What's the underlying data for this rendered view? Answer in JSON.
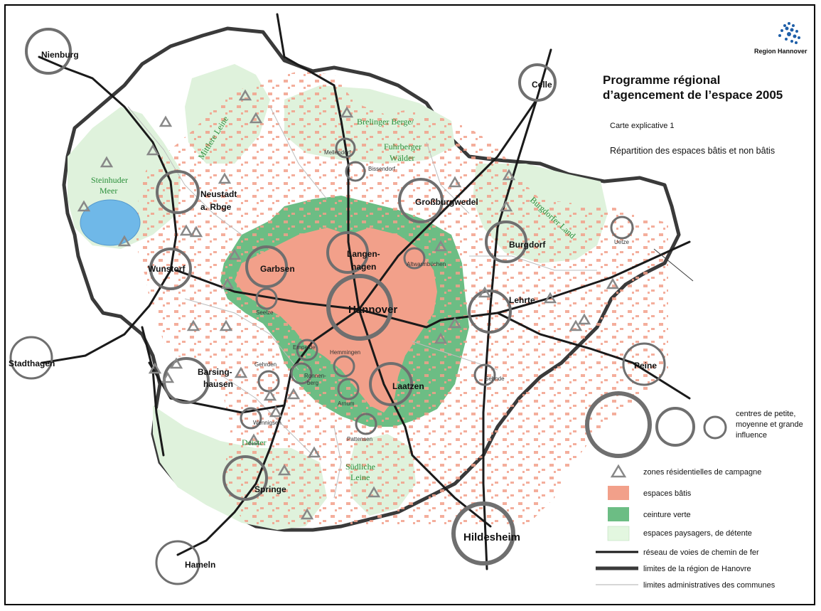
{
  "header": {
    "brand": "Region Hannover",
    "title_line1": "Programme régional",
    "title_line2": "d’agencement de l’espace 2005",
    "map_number": "Carte explicative 1",
    "subtitle": "Répartition des espaces bâtis et non bâtis"
  },
  "cities": {
    "nienburg": "Nienburg",
    "celle": "Celle",
    "neustadt1": "Neustadt",
    "neustadt2": "a. Rbge",
    "grossburgwedel": "Großburgwedel",
    "burgdorf": "Burgdorf",
    "wunstorf": "Wunstorf",
    "garbsen": "Garbsen",
    "langenhagen1": "Langen-",
    "langenhagen2": "hagen",
    "hannover": "Hannover",
    "lehrte": "Lehrte",
    "stadthagen": "Stadthagen",
    "peine": "Peine",
    "barsinghausen1": "Barsing-",
    "barsinghausen2": "hausen",
    "laatzen": "Laatzen",
    "springe": "Springe",
    "hildesheim": "Hildesheim",
    "hameln": "Hameln"
  },
  "towns": {
    "mellendorf": "Mellendorf",
    "bissendorf": "Bissendorf",
    "uetze": "Uetze",
    "altwarmbuechen": "Altwarmbüchen",
    "seelze": "Seelze",
    "empelde": "Empelde",
    "hemmingen": "Hemmingen",
    "gehrden": "Gehrden",
    "ronnenberg1": "Ronnen-",
    "ronnenberg2": "berg",
    "sehnde": "Sehnde",
    "arnum": "Arnum",
    "wennigsen": "Wennigsen",
    "pattensen": "Pattensen"
  },
  "landscapes": {
    "steinhuder1": "Steinhuder",
    "steinhuder2": "Meer",
    "mittlere_leine": "Mittlere Leine",
    "brelinger1": "Brelinger Berge/",
    "brelinger2": "Fuhrberger",
    "brelinger3": "Wälder",
    "burgdorfer_land": "Burgdorfer Land",
    "deister": "Deister",
    "suedliche1": "Südliche",
    "suedliche2": "Leine"
  },
  "legend": {
    "centres1": "centres de petite,",
    "centres2": "moyenne et grande",
    "centres3": "influence",
    "residential": "zones résidentielles de campagne",
    "built": "espaces bâtis",
    "green_belt": "ceinture verte",
    "landscape": "espaces paysagers, de détente",
    "railway": "réseau de voies de chemin de fer",
    "region_boundary": "limites de la région de Hanovre",
    "municipal_boundary": "limites administratives des communes"
  },
  "colors": {
    "built": "#f2a08a",
    "green_belt": "#6cbd84",
    "landscape": "#dff2dc",
    "light_green_fill": "#cfecd0",
    "water": "#6fb8e8",
    "circle": "#6f6f6f",
    "railway": "#1a1a1a",
    "boundary": "#3a3a3a"
  }
}
